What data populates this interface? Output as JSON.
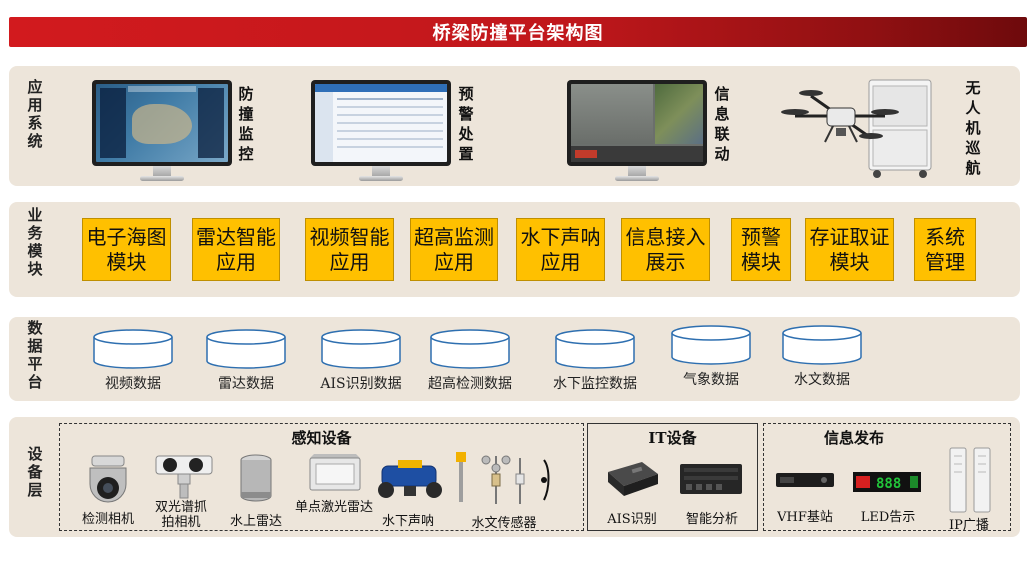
{
  "title": "桥梁防撞平台架构图",
  "rows": {
    "application": {
      "label": "应用系统",
      "items": [
        "防撞监控",
        "预警处置",
        "信息联动",
        "无人机巡航"
      ]
    },
    "business": {
      "label": "业务模块",
      "modules": [
        "电子海图模块",
        "雷达智能应用",
        "视频智能应用",
        "超高监测应用",
        "水下声呐应用",
        "信息接入展示",
        "预警模块",
        "存证取证模块",
        "系统管理"
      ]
    },
    "data": {
      "label": "数据平台",
      "databases": [
        "视频数据",
        "雷达数据",
        "AIS识别数据",
        "超高检测数据",
        "水下监控数据",
        "气象数据",
        "水文数据"
      ]
    },
    "device": {
      "label": "设备层",
      "sensing": {
        "title": "感知设备",
        "items": [
          "检测相机",
          "双光谱抓拍相机",
          "水上雷达",
          "单点激光雷达",
          "水下声呐",
          "水文传感器"
        ]
      },
      "it": {
        "title": "IT设备",
        "items": [
          "AIS识别",
          "智能分析"
        ]
      },
      "publish": {
        "title": "信息发布",
        "items": [
          "VHF基站",
          "LED告示",
          "IP广播"
        ]
      }
    }
  }
}
